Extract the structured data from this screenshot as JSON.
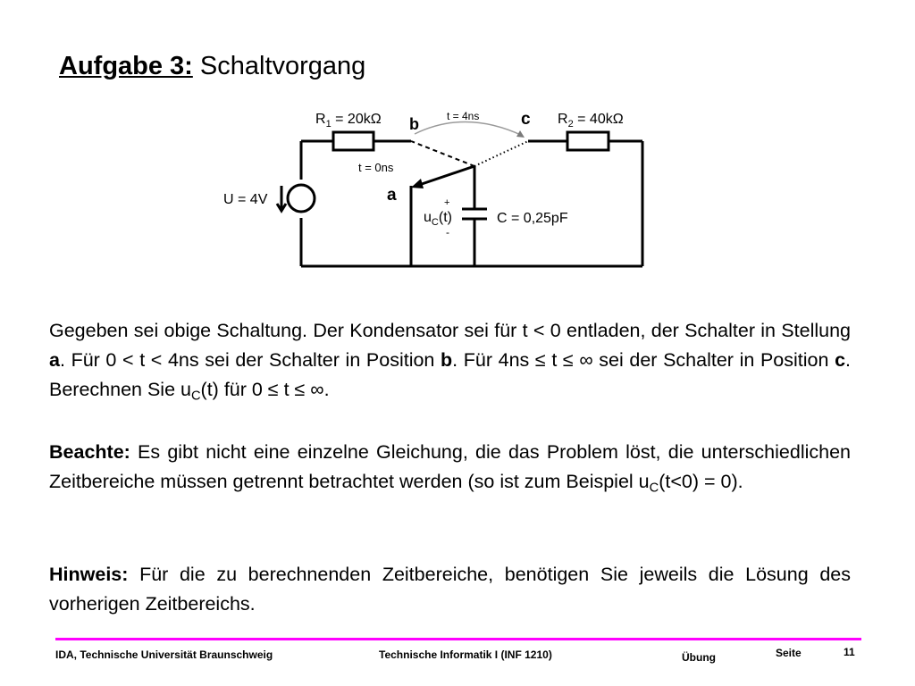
{
  "slide": {
    "title_part1": "Aufgabe 3:",
    "title_part2": "Schaltvorgang"
  },
  "circuit": {
    "r1_sym": "R",
    "r1_sub": "1",
    "r1_val": "= 20kΩ",
    "r2_sym": "R",
    "r2_sub": "2",
    "r2_val": "= 40kΩ",
    "node_b": "b",
    "node_c": "c",
    "node_a": "a",
    "t_4ns": "t = 4ns",
    "t_0ns": "t = 0ns",
    "source": "U = 4V",
    "uc_sym": "u",
    "uc_sub": "C",
    "uc_arg": "(t)",
    "plus": "+",
    "minus": "-",
    "cap": "C = 0,25pF"
  },
  "p1": {
    "s1": "Gegeben sei obige Schaltung. Der Kondensator sei für t < 0 entladen, der Schalter in Stellung ",
    "b1": "a",
    "s2": ". Für 0 < t < 4ns sei der Schalter in Position ",
    "b2": "b",
    "s3": ". Für 4ns ≤ t ≤ ∞ sei der Schalter in Position ",
    "b3": "c",
    "s4": ". Berechnen Sie u",
    "sub": "C",
    "s5": "(t) für 0 ≤ t ≤ ∞."
  },
  "p2": {
    "label": "Beachte:",
    "s1": " Es gibt nicht eine einzelne Gleichung, die das Problem löst, die unterschiedlichen Zeitbereiche müssen getrennt betrachtet werden (so ist zum Beispiel u",
    "sub": "C",
    "s2": "(t<0) = 0)."
  },
  "p3": {
    "label": "Hinweis:",
    "s1": " Für die zu berechnenden Zeitbereiche, benötigen Sie jeweils die Lösung des vorherigen Zeitbereichs."
  },
  "footer": {
    "left": "IDA, Technische Universität Braunschweig",
    "center": "Technische Informatik I (INF 1210)",
    "type": "Übung",
    "page_label": "Seite",
    "page_num": "11",
    "line_color": "#ff00ff"
  }
}
